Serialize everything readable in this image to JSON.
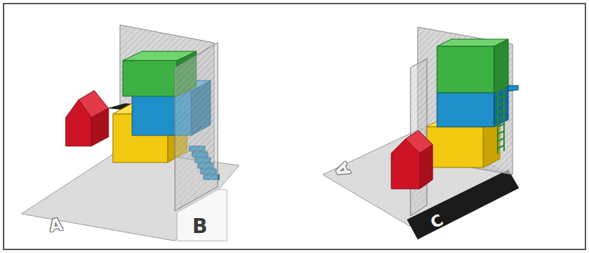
{
  "diagram": {
    "labels": [
      "A",
      "B",
      "A",
      "C"
    ]
  }
}
